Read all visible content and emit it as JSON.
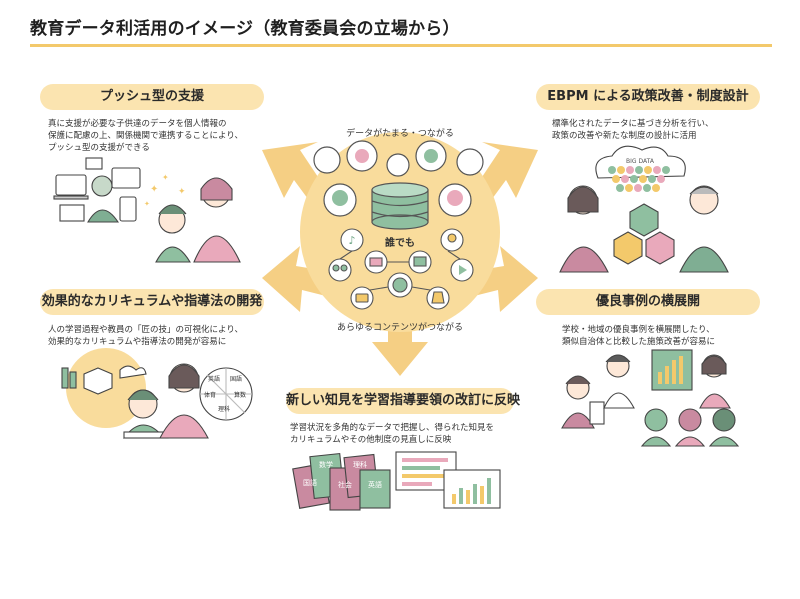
{
  "title": "教育データ利活用のイメージ（教育委員会の立場から）",
  "colors": {
    "accent": "#f3c96b",
    "pill": "#fbe4b0",
    "arrow": "#f5cf84",
    "green": "#8fbfa0",
    "pink": "#e9a9bb",
    "mauve": "#c98aa0"
  },
  "center": {
    "top_label": "データがたまる・つながる",
    "middle_label": "誰でも",
    "bottom_label": "あらゆるコンテンツがつながる"
  },
  "panels": {
    "push": {
      "title": "プッシュ型の支援",
      "desc": [
        "真に支援が必要な子供達のデータを個人情報の",
        "保護に配慮の上、関係機関で連携することにより、",
        "プッシュ型の支援ができる"
      ]
    },
    "ebpm": {
      "title": "EBPM による政策改善・制度設計",
      "desc": [
        "標準化されたデータに基づき分析を行い、",
        "政策の改善や新たな制度の設計に活用"
      ],
      "big_data_label": "BIG DATA"
    },
    "curriculum": {
      "title": "効果的なカリキュラムや指導法の開発",
      "desc": [
        "人の学習過程や教員の「匠の技」の可視化により、",
        "効果的なカリキュラムや指導法の開発が容易に"
      ],
      "wheel_labels": [
        "英語",
        "国語",
        "体育",
        "算数",
        "理科"
      ]
    },
    "best": {
      "title": "優良事例の横展開",
      "desc": [
        "学校・地域の優良事例を横展開したり、",
        "類似自治体と比較した施策改善が容易に"
      ]
    },
    "guidelines": {
      "title": "新しい知見を学習指導要領の改訂に反映",
      "desc": [
        "学習状況を多角的なデータで把握し、得られた知見を",
        "カリキュラムやその他制度の見直しに反映"
      ],
      "books": [
        "数学",
        "理科",
        "国語",
        "社会",
        "英語"
      ]
    }
  }
}
